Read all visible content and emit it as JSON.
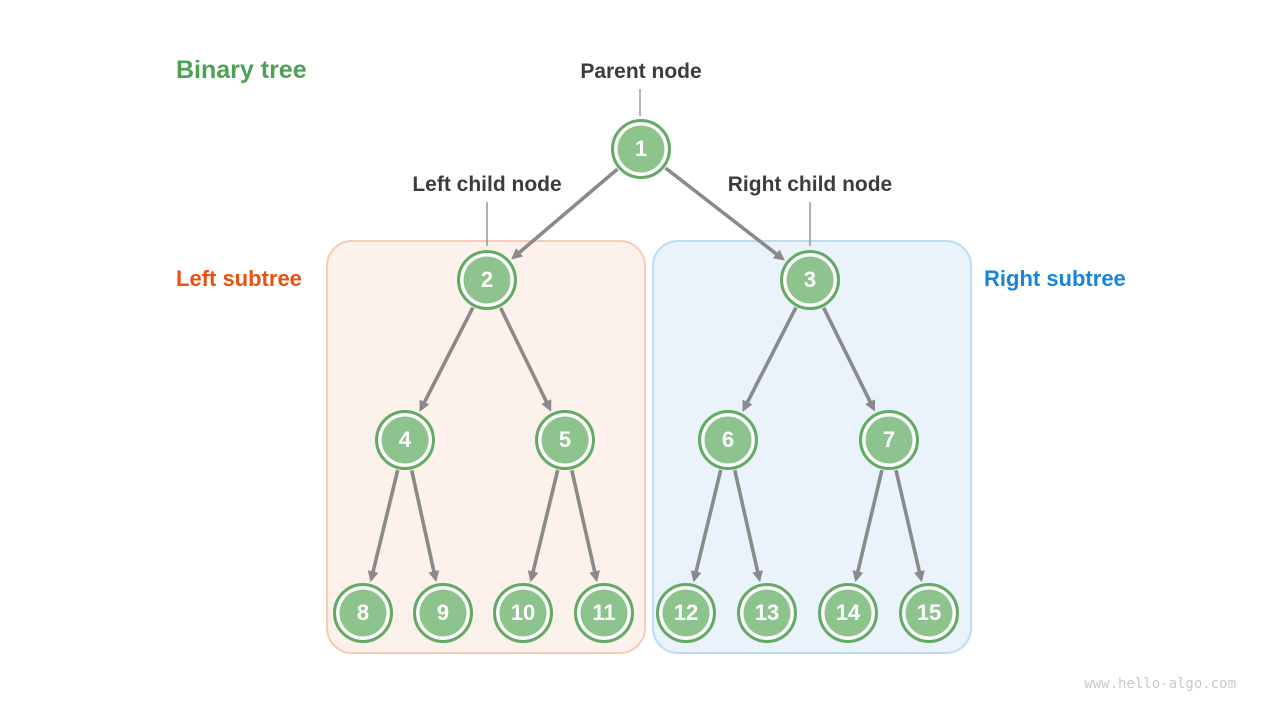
{
  "title": {
    "text": "Binary tree",
    "color": "#4CA154"
  },
  "annotations": {
    "parent_node": "Parent node",
    "left_child_node": "Left child node",
    "right_child_node": "Right child node",
    "left_subtree": {
      "text": "Left subtree",
      "color": "#EA500F"
    },
    "right_subtree": {
      "text": "Right subtree",
      "color": "#1985D7"
    }
  },
  "tree": {
    "nodes": [
      1,
      2,
      3,
      4,
      5,
      6,
      7,
      8,
      9,
      10,
      11,
      12,
      13,
      14,
      15
    ],
    "edges": [
      [
        1,
        2
      ],
      [
        1,
        3
      ],
      [
        2,
        4
      ],
      [
        2,
        5
      ],
      [
        3,
        6
      ],
      [
        3,
        7
      ],
      [
        4,
        8
      ],
      [
        4,
        9
      ],
      [
        5,
        10
      ],
      [
        5,
        11
      ],
      [
        6,
        12
      ],
      [
        6,
        13
      ],
      [
        7,
        14
      ],
      [
        7,
        15
      ]
    ]
  },
  "colors": {
    "node_fill": "#8DC38D",
    "node_ring": "#64AA64",
    "node_inner_ring": "#FFFFFF",
    "node_text": "#FFFFFF",
    "arrow": "#8A8A8A",
    "leader_line": "#9E9E9E",
    "left_box_fill": "#FDF1EB",
    "left_box_border": "#F6CCB6",
    "right_box_fill": "#EAF3FB",
    "right_box_border": "#BCDCF3",
    "callout_text": "#3C3C3C",
    "watermark_text": "#C9C9C9"
  },
  "watermark": "www.hello-algo.com"
}
